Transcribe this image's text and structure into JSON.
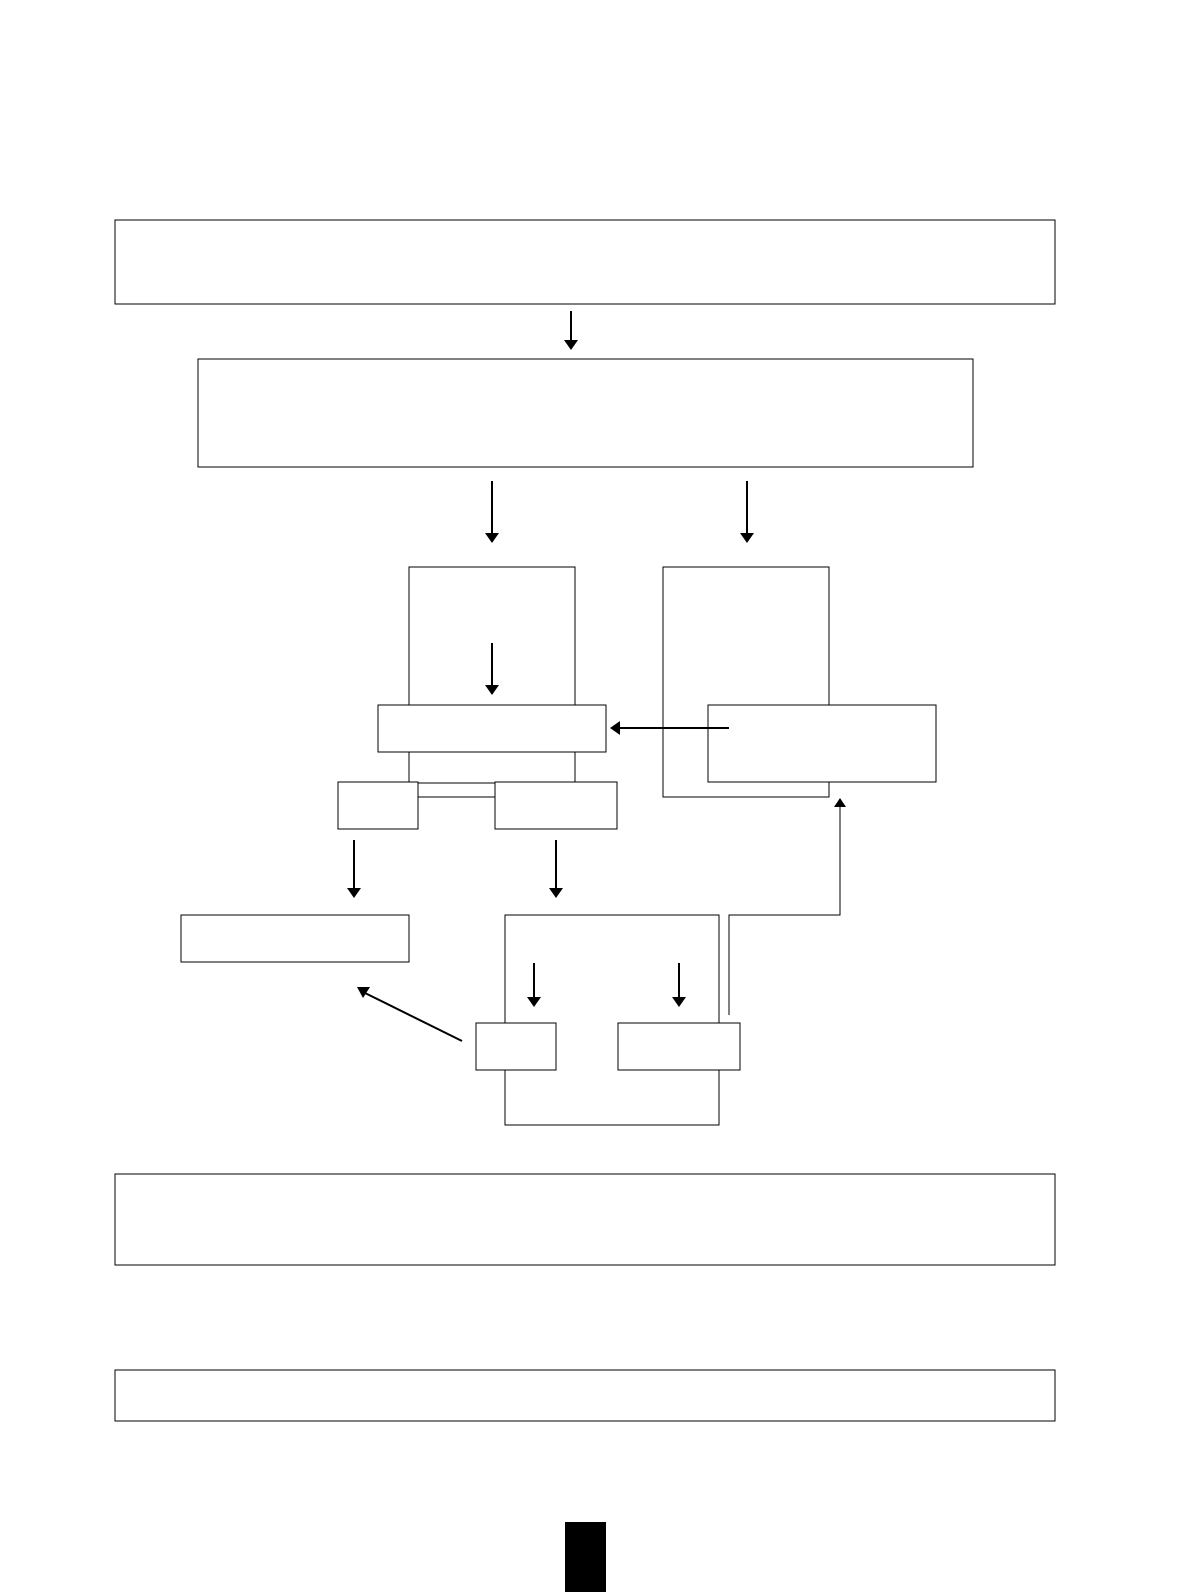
{
  "diagram": {
    "boxes": [
      {
        "id": "top-box"
      },
      {
        "id": "second-box"
      },
      {
        "id": "left-column"
      },
      {
        "id": "right-column"
      },
      {
        "id": "middle-bar"
      },
      {
        "id": "right-side-box"
      },
      {
        "id": "small-left-box"
      },
      {
        "id": "small-right-box"
      },
      {
        "id": "lower-left-box"
      },
      {
        "id": "lower-frame"
      },
      {
        "id": "lower-small-left-box"
      },
      {
        "id": "lower-small-right-box"
      },
      {
        "id": "bottom-wide-box"
      },
      {
        "id": "bottom-thin-box"
      }
    ],
    "colors": {
      "stroke": "#000000",
      "background": "#ffffff",
      "footer_block": "#000000"
    }
  }
}
